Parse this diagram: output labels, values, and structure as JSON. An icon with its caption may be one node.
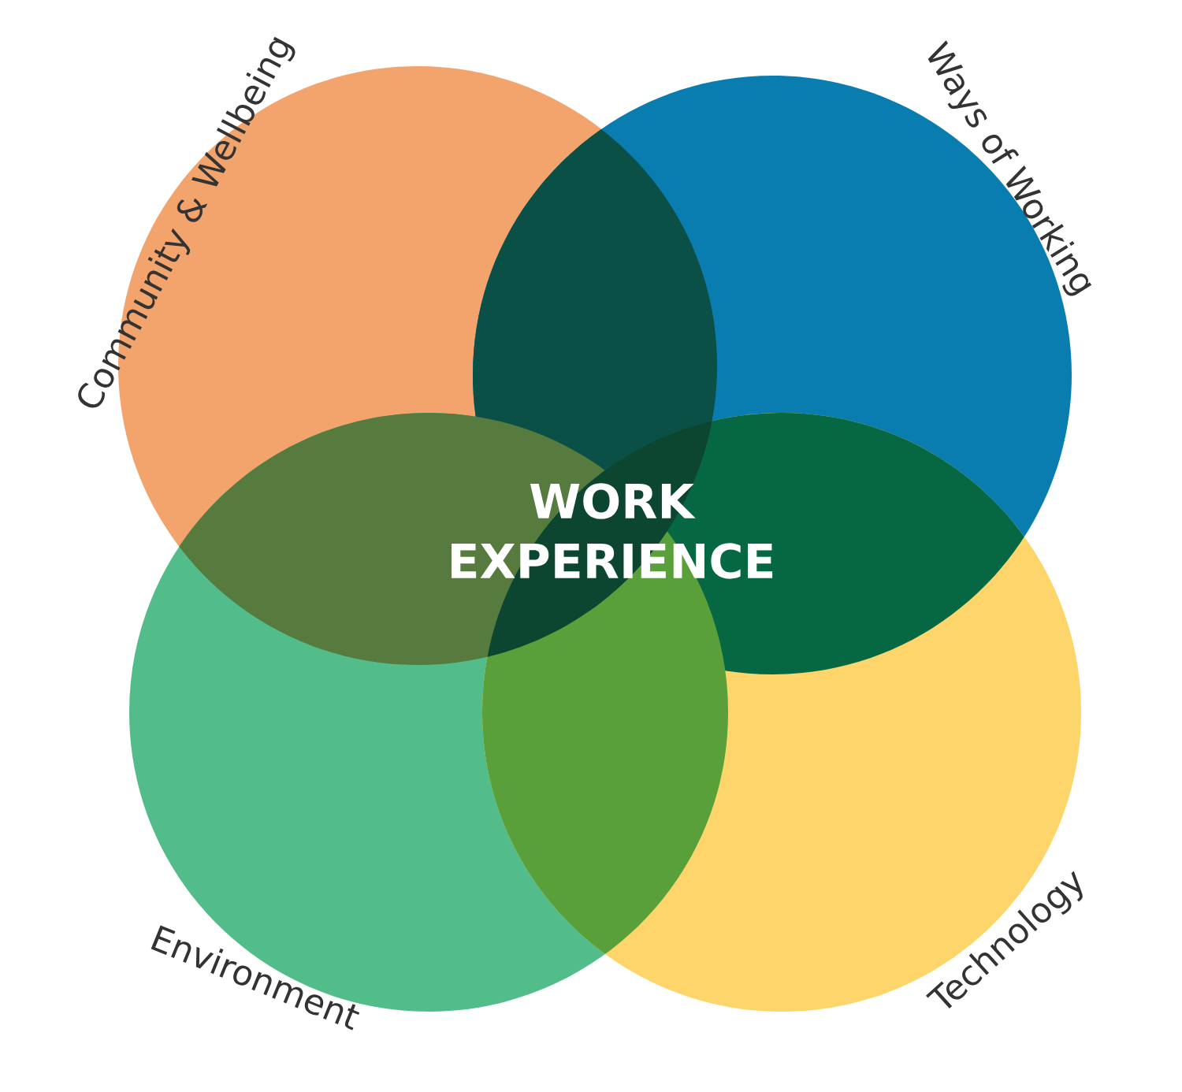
{
  "diagram": {
    "nodes": [
      {
        "text": [
          "Community & Wellbeing"
        ]
      },
      {
        "text": [
          "Ways of Working"
        ]
      },
      {
        "text": [
          "Environment"
        ]
      },
      {
        "text": [
          "Technology"
        ]
      }
    ],
    "labels": [
      "WORK EXPERIENCE"
    ]
  }
}
